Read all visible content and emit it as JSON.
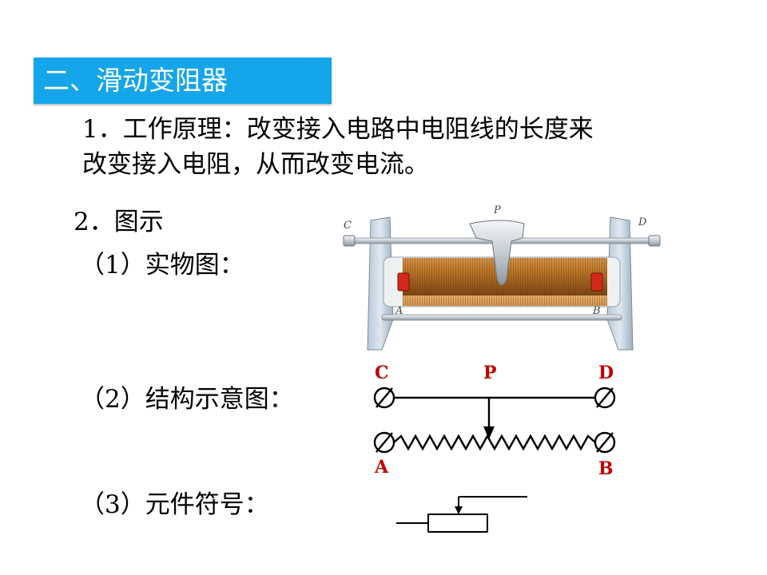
{
  "section": {
    "title": "二、滑动变阻器"
  },
  "principle": {
    "line1": "1．工作原理：改变接入电路中电阻线的长度来",
    "line2": "改变接入电阻，从而改变电流。"
  },
  "diagram": {
    "heading": "2．图示",
    "physical_label": "（1）实物图：",
    "structure_label": "（2）结构示意图：",
    "symbol_label": "（3）元件符号："
  },
  "photo_labels": {
    "c": "C",
    "d": "D",
    "p": "P",
    "a": "A",
    "b": "B"
  },
  "schematic_labels": {
    "c": "C",
    "p": "P",
    "d": "D",
    "a": "A",
    "b": "B"
  },
  "colors": {
    "header_bg": "#15a5ea",
    "label_red": "#c00000",
    "coil": "#c07a2a"
  }
}
